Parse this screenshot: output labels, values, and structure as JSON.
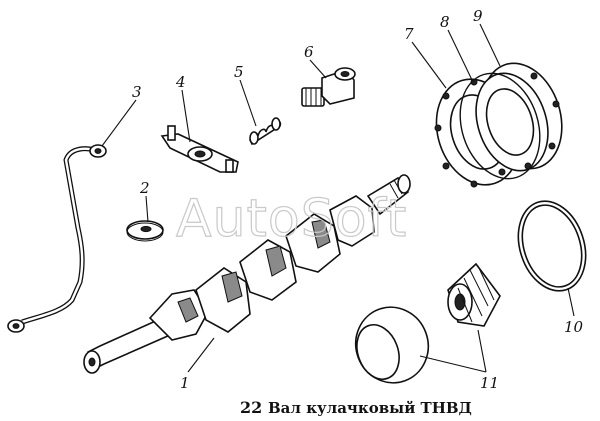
{
  "watermark": "AutoSoft",
  "caption": {
    "number": "22",
    "title": "Вал кулачковый ТНВД"
  },
  "callouts": [
    {
      "id": "1",
      "label": "1"
    },
    {
      "id": "2",
      "label": "2"
    },
    {
      "id": "3",
      "label": "3"
    },
    {
      "id": "4",
      "label": "4"
    },
    {
      "id": "5",
      "label": "5"
    },
    {
      "id": "6",
      "label": "6"
    },
    {
      "id": "7",
      "label": "7"
    },
    {
      "id": "8",
      "label": "8"
    },
    {
      "id": "9",
      "label": "9"
    },
    {
      "id": "10",
      "label": "10"
    },
    {
      "id": "11",
      "label": "11"
    }
  ]
}
